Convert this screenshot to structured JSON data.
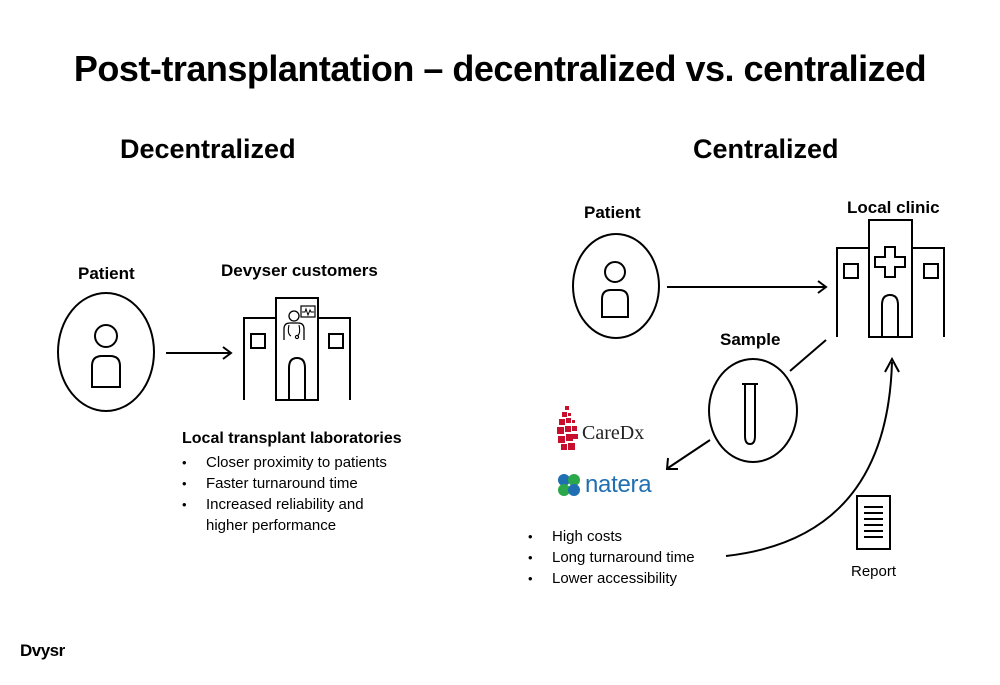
{
  "title": "Post-transplantation – decentralized vs. centralized",
  "decentralized": {
    "heading": "Decentralized",
    "patient_label": "Patient",
    "customers_label": "Devyser customers",
    "labs_heading": "Local transplant laboratories",
    "bullets": [
      "Closer proximity to patients",
      "Faster turnaround time",
      "Increased reliability and",
      "higher performance"
    ]
  },
  "centralized": {
    "heading": "Centralized",
    "patient_label": "Patient",
    "clinic_label": "Local clinic",
    "sample_label": "Sample",
    "caredx_logo": "CareDx",
    "natera_logo": "natera",
    "report_label": "Report",
    "bullets": [
      "High costs",
      "Long turnaround time",
      "Lower accessibility"
    ]
  },
  "brand": {
    "logo": "Dvysr"
  },
  "colors": {
    "caredx_red": "#c8102e",
    "natera_blue": "#1f6fb2",
    "natera_green": "#2aa84a"
  },
  "icons": [
    "person-icon",
    "hospital-icon",
    "doctor-icon",
    "test-tube-icon",
    "report-icon",
    "caredx-logo-icon",
    "natera-logo-icon"
  ]
}
